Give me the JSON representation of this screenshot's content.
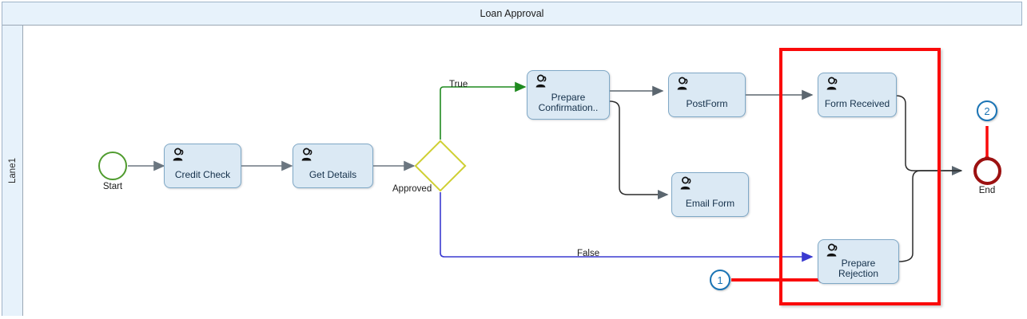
{
  "pool": {
    "title": "Loan Approval",
    "lane_label": "Lane1"
  },
  "nodes": {
    "start": {
      "label": "Start",
      "type": "start-event",
      "color": "#4f9b2e"
    },
    "credit_check": {
      "label": "Credit Check",
      "type": "user-task"
    },
    "get_details": {
      "label": "Get Details",
      "type": "user-task"
    },
    "gateway": {
      "label": "Approved",
      "type": "exclusive-gateway",
      "color": "#cfcf32"
    },
    "prepare_confirmation": {
      "label": "Prepare Confirmation..",
      "type": "user-task"
    },
    "post_form": {
      "label": "PostForm",
      "type": "user-task"
    },
    "email_form": {
      "label": "Email Form",
      "type": "user-task"
    },
    "form_received": {
      "label": "Form Received",
      "type": "user-task"
    },
    "prepare_rejection": {
      "label": "Prepare Rejection",
      "type": "user-task"
    },
    "end": {
      "label": "End",
      "type": "end-event",
      "color": "#9c1111"
    }
  },
  "edges": {
    "true_label": "True",
    "false_label": "False",
    "true_color": "#1f8a1f",
    "false_color": "#3a3ad0",
    "default_color": "#4a5058"
  },
  "annotations": {
    "highlight_color": "#fa0a0a",
    "marker_color": "#1a74b5",
    "markers": [
      {
        "number": "1"
      },
      {
        "number": "2"
      }
    ]
  }
}
